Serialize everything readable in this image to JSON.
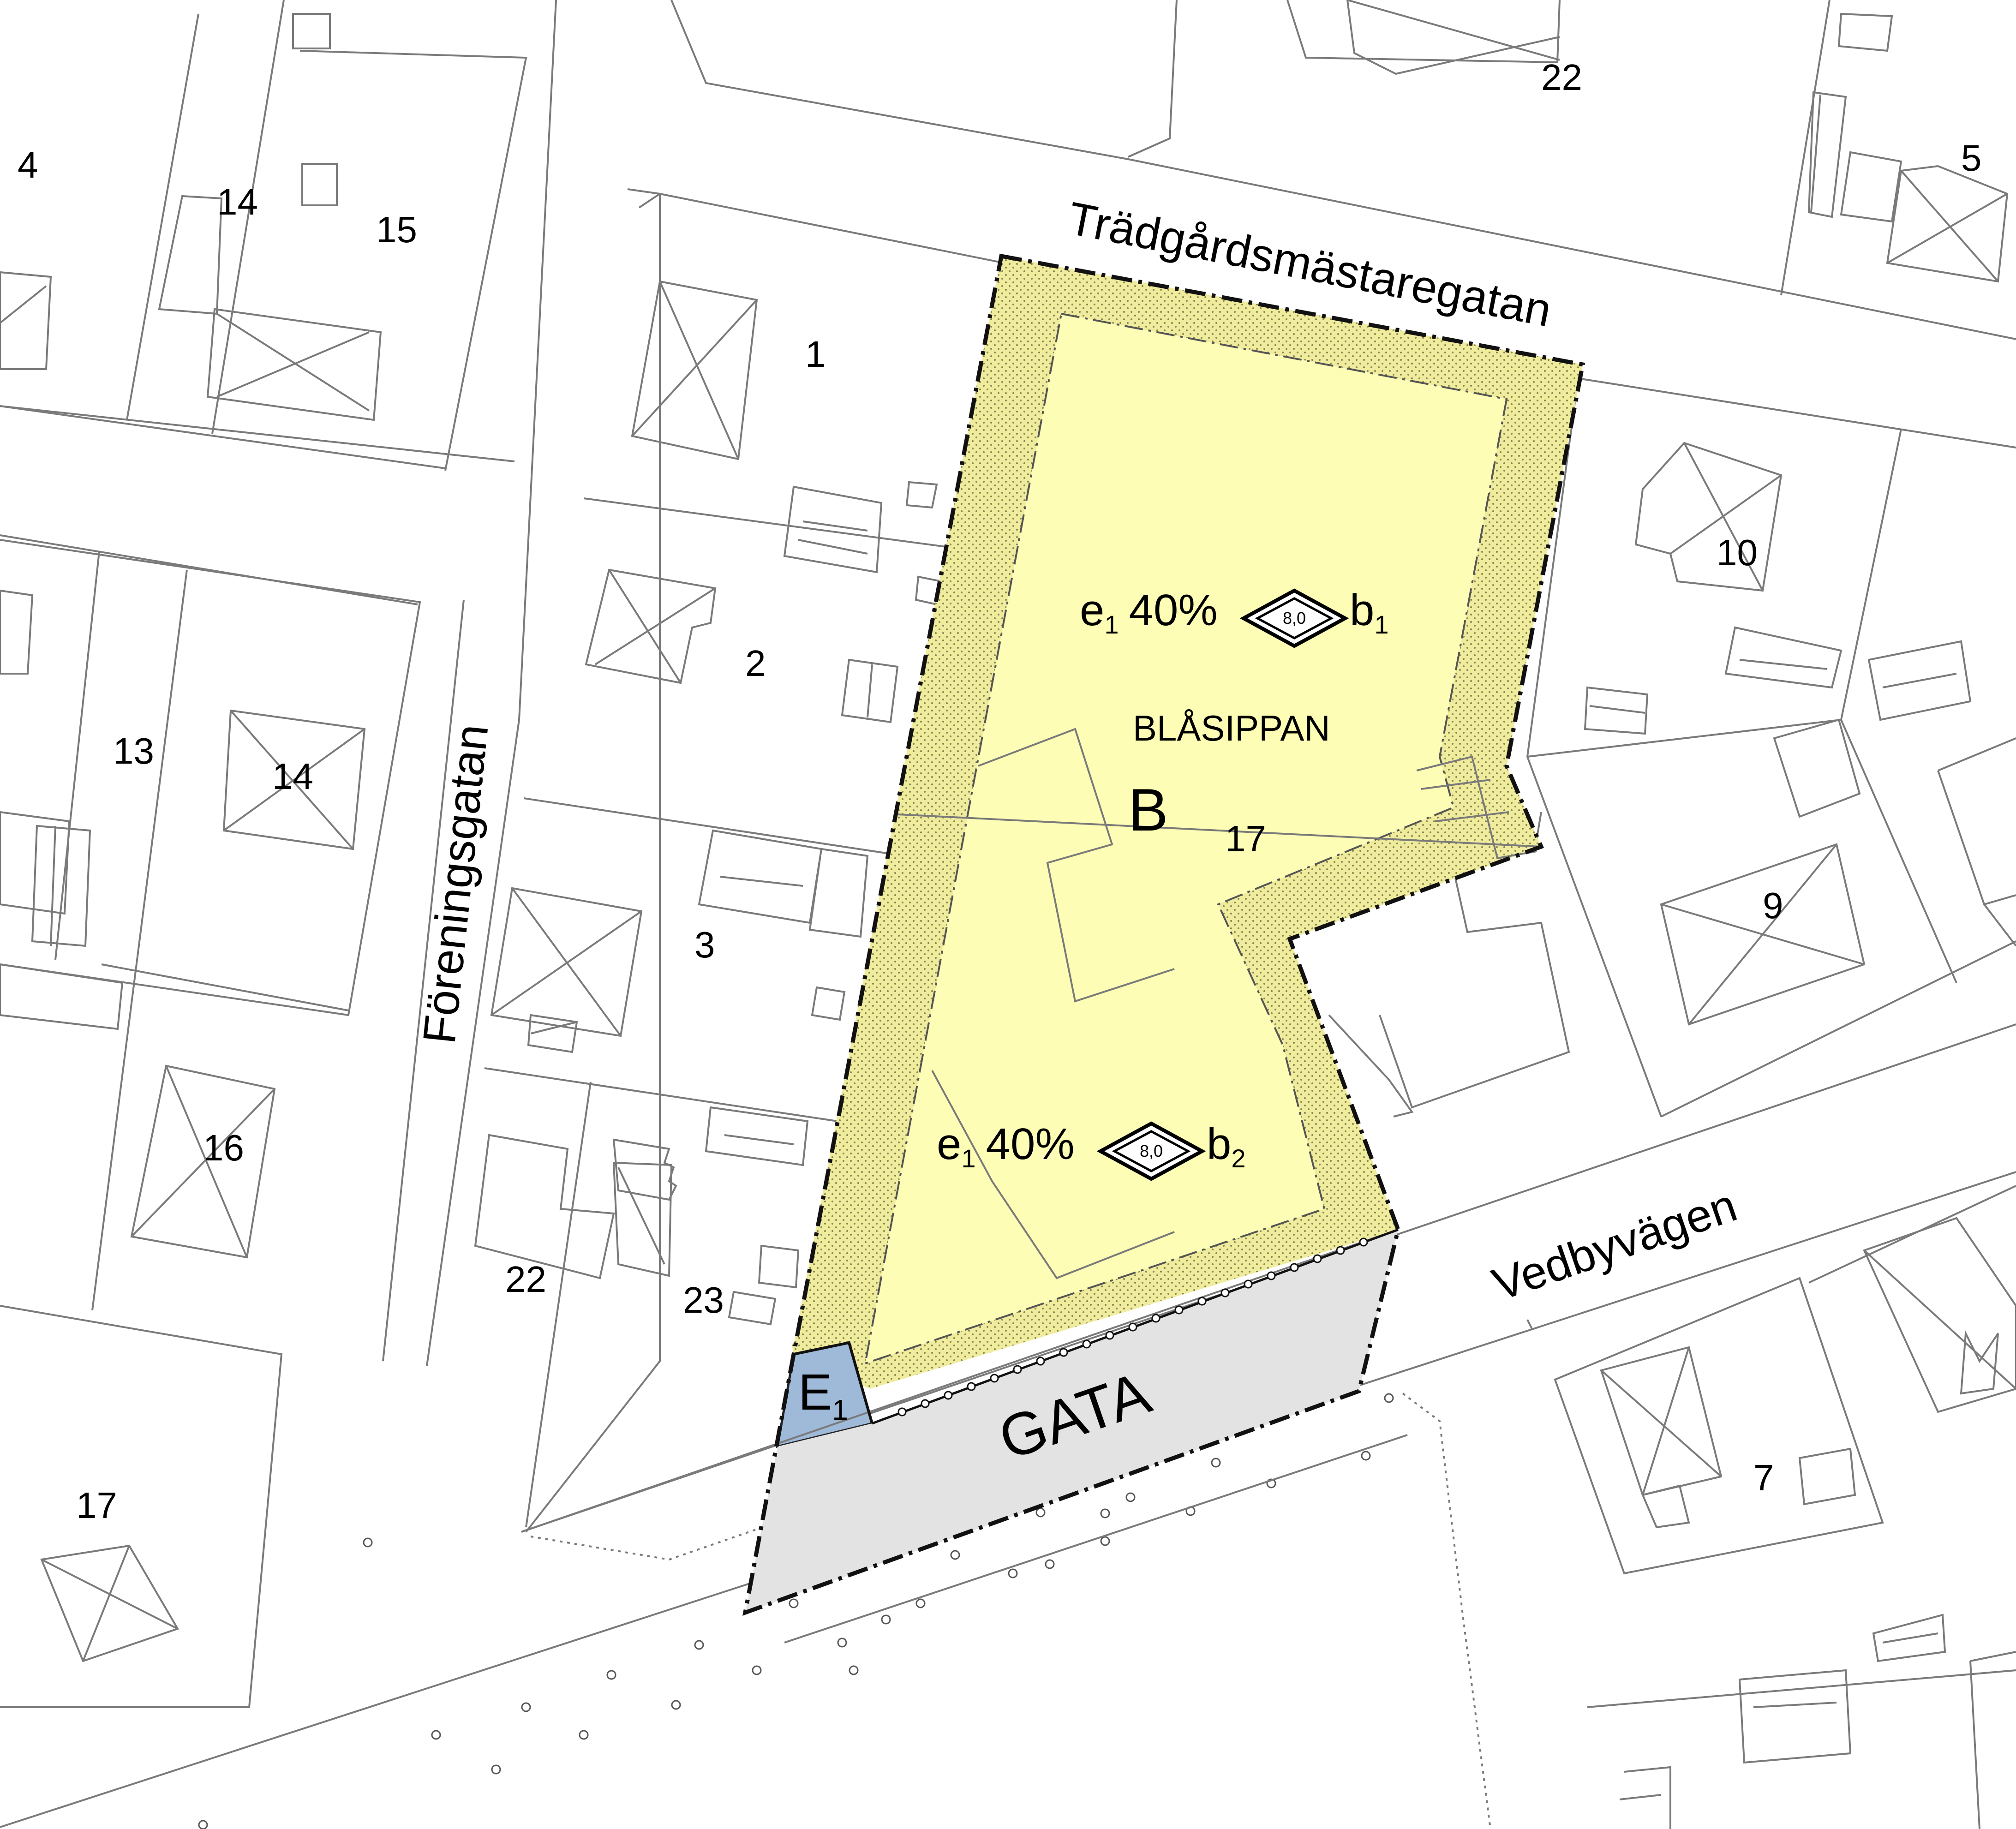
{
  "streets": {
    "tradgard": "Trädgårdsmästaregatan",
    "forening": "Föreningsgatan",
    "vedby": "Vedbyvägen"
  },
  "parcels": {
    "p4": "4",
    "p14a": "14",
    "p15": "15",
    "p22top": "22",
    "p5": "5",
    "p1": "1",
    "p2": "2",
    "p3": "3",
    "p10": "10",
    "p9": "9",
    "p13": "13",
    "p14b": "14",
    "p16": "16",
    "p22b": "22",
    "p23": "23",
    "p17b": "17",
    "p7": "7",
    "p17": "17"
  },
  "plan": {
    "block_name": "BLÅSIPPAN",
    "use_code": "B",
    "street_code": "GATA",
    "e1_letter": "E",
    "e1_sub": "1",
    "reg1": {
      "e": "e",
      "e_sub": "1",
      "pct": "40%",
      "height": "8,0",
      "b": "b",
      "b_sub": "1"
    },
    "reg2": {
      "e": "e",
      "e_sub": "1",
      "pct": "40%",
      "height": "8,0",
      "b": "b",
      "b_sub": "2"
    }
  },
  "colors": {
    "residential_fill": "#fdfdb5",
    "border_zone_fill": "#f0ec9e",
    "street_fill": "#e3e3e3",
    "technical_fill": "#9fb9d8",
    "base_lines": "#7a7a7a"
  }
}
